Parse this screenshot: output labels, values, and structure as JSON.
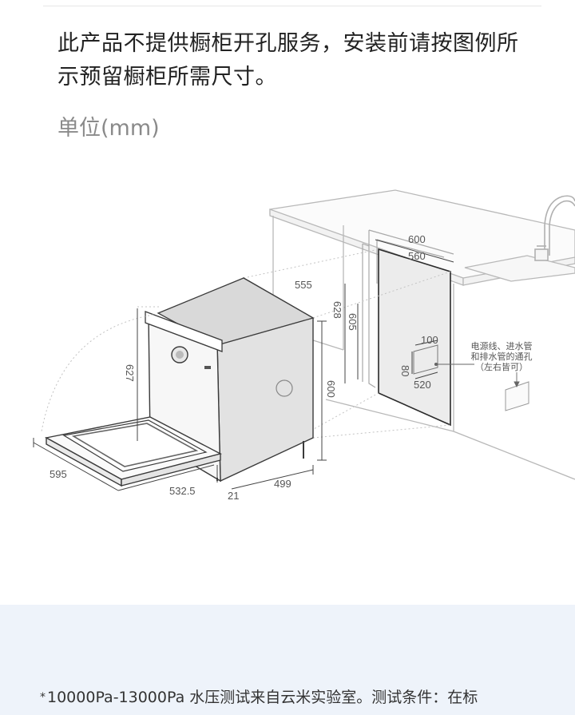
{
  "heading": "此产品不提供橱柜开孔服务，安装前请按图例所示预留橱柜所需尺寸。",
  "unit_label": "单位(mm)",
  "diagram": {
    "dims": {
      "width_600": "600",
      "width_560": "560",
      "depth_555": "555",
      "height_628": "628",
      "height_605": "605",
      "hole_100": "100",
      "hole_80": "80",
      "hole_520": "520",
      "door_627": "627",
      "height_600": "600",
      "width_595": "595",
      "door_532_5": "532.5",
      "gap_21": "21",
      "depth_499": "499"
    },
    "callout": {
      "line1": "电源线、进水管",
      "line2": "和排水管的通孔",
      "line3": "（左右皆可）"
    }
  },
  "footnote": {
    "star": "*",
    "text": "10000Pa-13000Pa 水压测试来自云米实验室。测试条件：在标"
  }
}
